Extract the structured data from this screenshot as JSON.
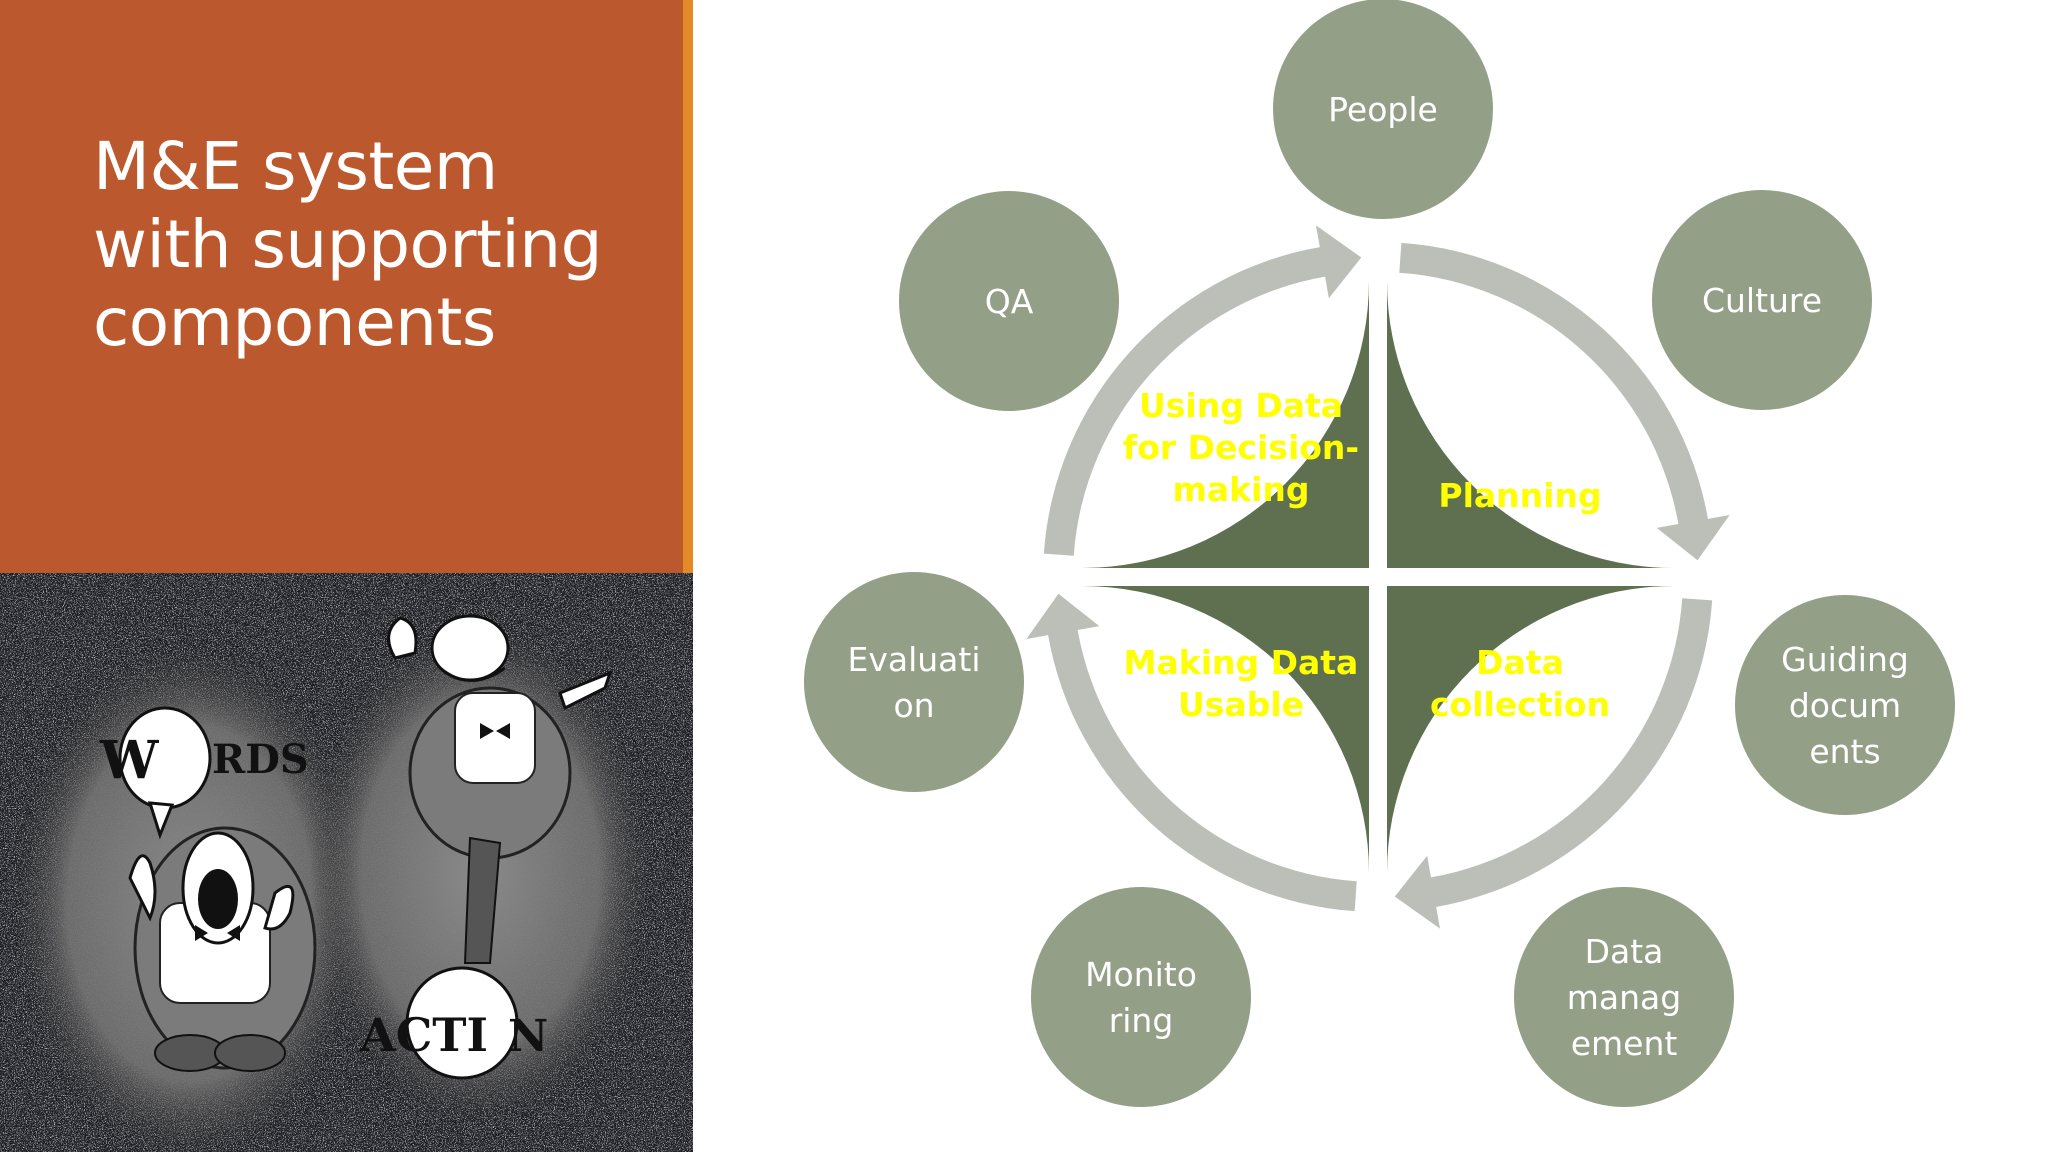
{
  "slide": {
    "title_lines": [
      "M&E system",
      "with supporting",
      "components"
    ]
  },
  "illustration": {
    "left_bubble_letters": [
      "W",
      "RDS"
    ],
    "right_bubble_letters": [
      "ACTI",
      "N"
    ]
  },
  "cycle": {
    "quadrants": [
      {
        "id": "using-data",
        "lines": [
          "Using Data",
          "for Decision-",
          "making"
        ]
      },
      {
        "id": "planning",
        "lines": [
          "Planning"
        ]
      },
      {
        "id": "making-data-usable",
        "lines": [
          "Making Data",
          "Usable"
        ]
      },
      {
        "id": "data-collection",
        "lines": [
          "Data",
          "collection"
        ]
      }
    ]
  },
  "components": [
    {
      "id": "people",
      "lines": [
        "People"
      ]
    },
    {
      "id": "culture",
      "lines": [
        "Culture"
      ]
    },
    {
      "id": "guiding-documents",
      "lines": [
        "Guiding",
        "docum",
        "ents"
      ]
    },
    {
      "id": "data-management",
      "lines": [
        "Data",
        "manag",
        "ement"
      ]
    },
    {
      "id": "monitoring",
      "lines": [
        "Monito",
        "ring"
      ]
    },
    {
      "id": "evaluation",
      "lines": [
        "Evaluati",
        "on"
      ]
    },
    {
      "id": "qa",
      "lines": [
        "QA"
      ]
    }
  ],
  "colors": {
    "title_panel": "#BC582E",
    "accent_strip": "#E48A27",
    "component_circle": "#949F87",
    "quadrant_fill": "#5F7051",
    "cycle_arrow": "#BCBFB8",
    "quadrant_text": "#FFFF00",
    "component_text": "#FFFFFF"
  }
}
